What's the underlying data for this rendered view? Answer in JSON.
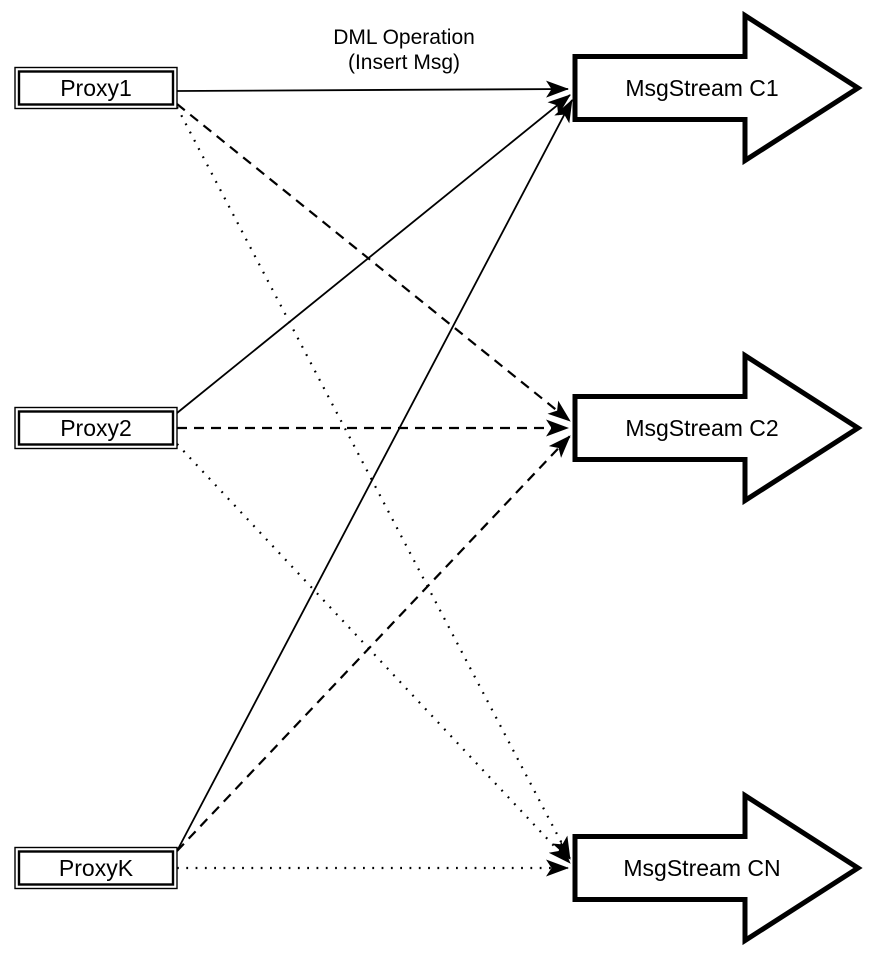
{
  "diagram": {
    "edge_label": {
      "line1": "DML Operation",
      "line2": "(Insert Msg)"
    },
    "proxies": [
      {
        "label": "Proxy1"
      },
      {
        "label": "Proxy2"
      },
      {
        "label": "ProxyK"
      }
    ],
    "streams": [
      {
        "label": "MsgStream C1"
      },
      {
        "label": "MsgStream C2"
      },
      {
        "label": "MsgStream CN"
      }
    ],
    "connections": [
      {
        "from": "Proxy1",
        "to": "MsgStream C1",
        "style": "solid",
        "label": "DML Operation (Insert Msg)"
      },
      {
        "from": "Proxy2",
        "to": "MsgStream C1",
        "style": "solid"
      },
      {
        "from": "ProxyK",
        "to": "MsgStream C1",
        "style": "solid"
      },
      {
        "from": "Proxy1",
        "to": "MsgStream C2",
        "style": "dashed"
      },
      {
        "from": "Proxy2",
        "to": "MsgStream C2",
        "style": "dashed"
      },
      {
        "from": "ProxyK",
        "to": "MsgStream C2",
        "style": "dashed"
      },
      {
        "from": "Proxy1",
        "to": "MsgStream CN",
        "style": "dotted"
      },
      {
        "from": "Proxy2",
        "to": "MsgStream CN",
        "style": "dotted"
      },
      {
        "from": "ProxyK",
        "to": "MsgStream CN",
        "style": "dotted"
      }
    ],
    "colors": {
      "stroke": "#000000",
      "fill": "#ffffff",
      "background": "#ffffff"
    }
  }
}
